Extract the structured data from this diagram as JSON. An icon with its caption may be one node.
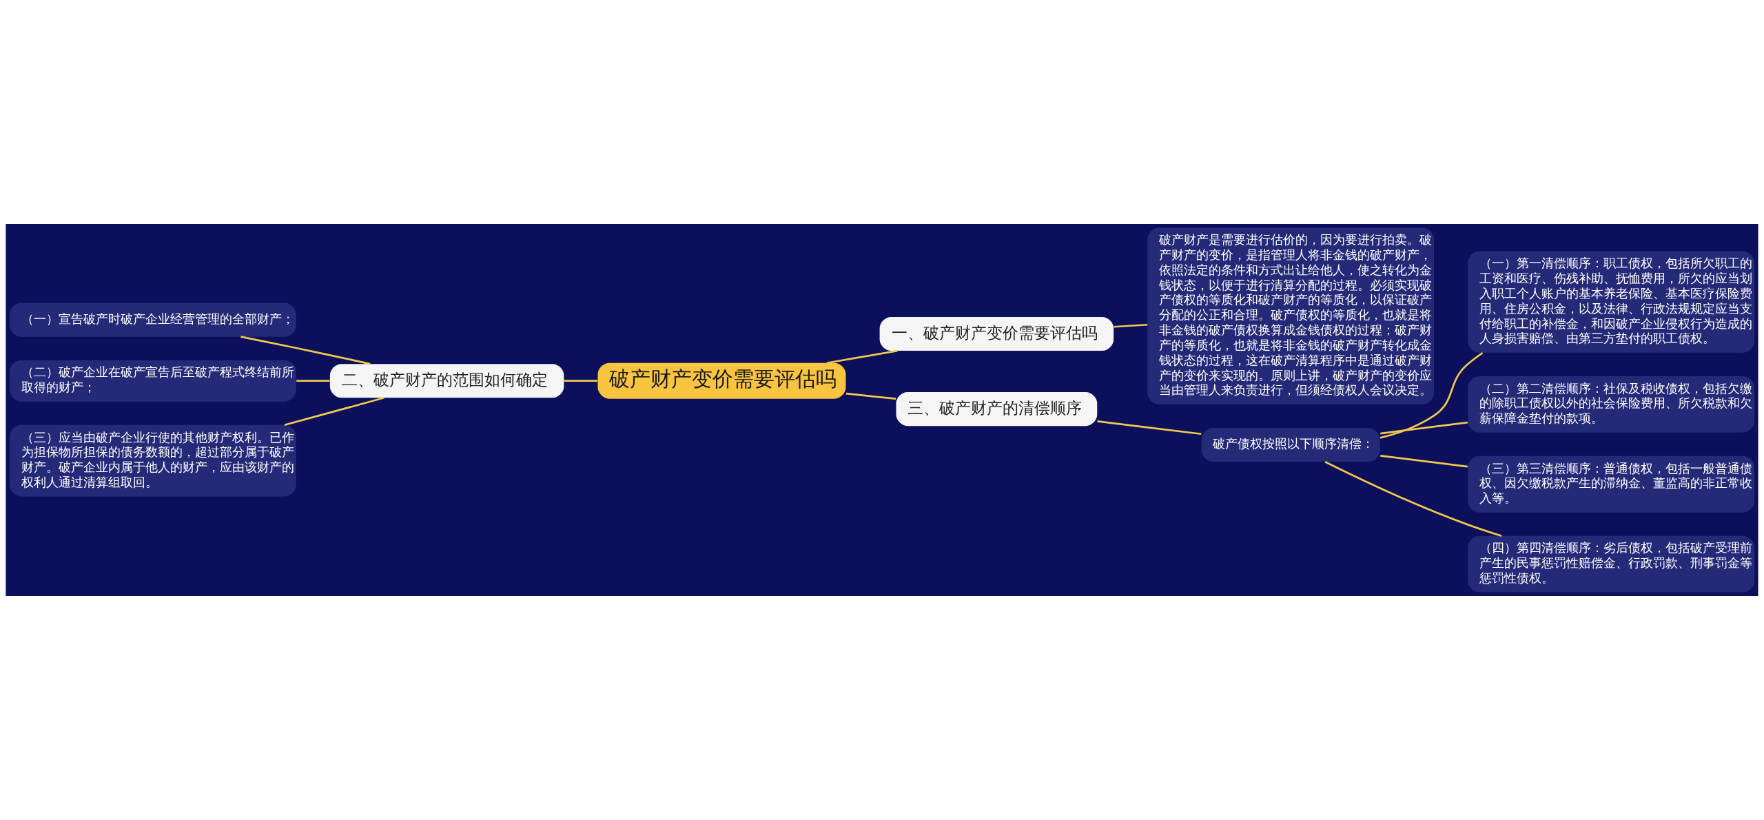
{
  "diagram": {
    "nodes": [
      {
        "text": [
          "破产财产变价需要评估吗"
        ]
      },
      {
        "text": [
          "一、破产财产变价需要评估吗"
        ]
      },
      {
        "text": [
          "破产财产是需要进行估价的，因为要进行拍卖。破产财产的变价，是指管理人将非金钱的破产财产，依照法定的条件和方式出让给他人，使之转化为金钱状态，以便于进行清算分配的过程。必须实现破产债权的等质化和破产财产的等质化，以保证破产分配的公正和合理。破产债权的等质化，也就是将非金钱的破产债权换算成金钱债权的过程；破产财产的等质化，也就是将非金钱的破产财产转化成金钱状态的过程，这在破产清算程序中是通过破产财产的变价来实现的。原则上讲，破产财产的变价应当由管理人来负责进行，但须经债权人会议决定。"
        ]
      },
      {
        "text": [
          "二、破产财产的范围如何确定"
        ]
      },
      {
        "text": [
          "（一）宣告破产时破产企业经营管理的全部财产；"
        ]
      },
      {
        "text": [
          "（二）破产企业在破产宣告后至破产程式终结前所取得的财产；"
        ]
      },
      {
        "text": [
          "（三）应当由破产企业行使的其他财产权利。已作为担保物所担保的债务数额的，超过部分属于破产财产。破产企业内属于他人的财产，应由该财产的权利人通过清算组取回。"
        ]
      },
      {
        "text": [
          "三、破产财产的清偿顺序"
        ]
      },
      {
        "text": [
          "破产债权按照以下顺序清偿："
        ]
      },
      {
        "text": [
          "（一）第一清偿顺序：职工债权，包括所欠职工的工资和医疗、伤残补助、抚恤费用，所欠的应当划入职工个人账户的基本养老保险、基本医疗保险费用、住房公积金，以及法律、行政法规规定应当支付给职工的补偿金，和因破产企业侵权行为造成的人身损害赔偿、由第三方垫付的职工债权。"
        ]
      },
      {
        "text": [
          "（二）第二清偿顺序：社保及税收债权，包括欠缴的除职工债权以外的社会保险费用、所欠税款和欠薪保障金垫付的款项。"
        ]
      },
      {
        "text": [
          "（三）第三清偿顺序：普通债权，包括一般普通债权、因欠缴税款产生的滞纳金、董监高的非正常收入等。"
        ]
      },
      {
        "text": [
          "（四）第四清偿顺序：劣后债权，包括破产受理前产生的民事惩罚性赔偿金、行政罚款、刑事罚金等惩罚性债权。"
        ]
      }
    ],
    "edges": [
      {
        "from": 0,
        "to": 1,
        "arrow": "none"
      },
      {
        "from": 1,
        "to": 2,
        "arrow": "none"
      },
      {
        "from": 3,
        "to": 0,
        "arrow": "none"
      },
      {
        "from": 4,
        "to": 3,
        "arrow": "none"
      },
      {
        "from": 5,
        "to": 3,
        "arrow": "none"
      },
      {
        "from": 6,
        "to": 3,
        "arrow": "none"
      },
      {
        "from": 0,
        "to": 7,
        "arrow": "none"
      },
      {
        "from": 7,
        "to": 8,
        "arrow": "none"
      },
      {
        "from": 8,
        "to": 9,
        "arrow": "none"
      },
      {
        "from": 8,
        "to": 10,
        "arrow": "none"
      },
      {
        "from": 8,
        "to": 11,
        "arrow": "none"
      },
      {
        "from": 8,
        "to": 12,
        "arrow": "none"
      }
    ]
  }
}
